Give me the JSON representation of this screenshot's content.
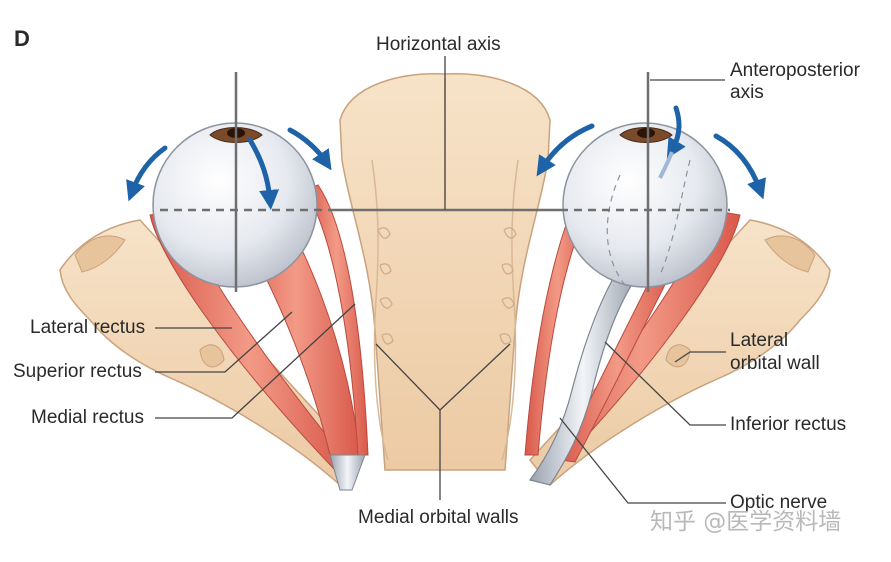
{
  "figure": {
    "panel_letter": "D",
    "labels": {
      "horizontal_axis": "Horizontal axis",
      "anteroposterior_axis_line1": "Anteroposterior",
      "anteroposterior_axis_line2": "axis",
      "lateral_rectus": "Lateral rectus",
      "superior_rectus": "Superior rectus",
      "medial_rectus": "Medial rectus",
      "lateral_orbital_wall_line1": "Lateral",
      "lateral_orbital_wall_line2": "orbital wall",
      "inferior_rectus": "Inferior rectus",
      "optic_nerve": "Optic nerve",
      "medial_orbital_walls": "Medial orbital walls"
    },
    "watermark": "知乎 @医学资料墙"
  },
  "colors": {
    "bone": "#f2d8b8",
    "bone_outline": "#c9a27e",
    "muscle": "#e8735f",
    "muscle_light": "#f4a898",
    "eyeball": "#dfe3ea",
    "rotation_arrow": "#1e63a8",
    "axis_line": "#6f6f6f"
  }
}
